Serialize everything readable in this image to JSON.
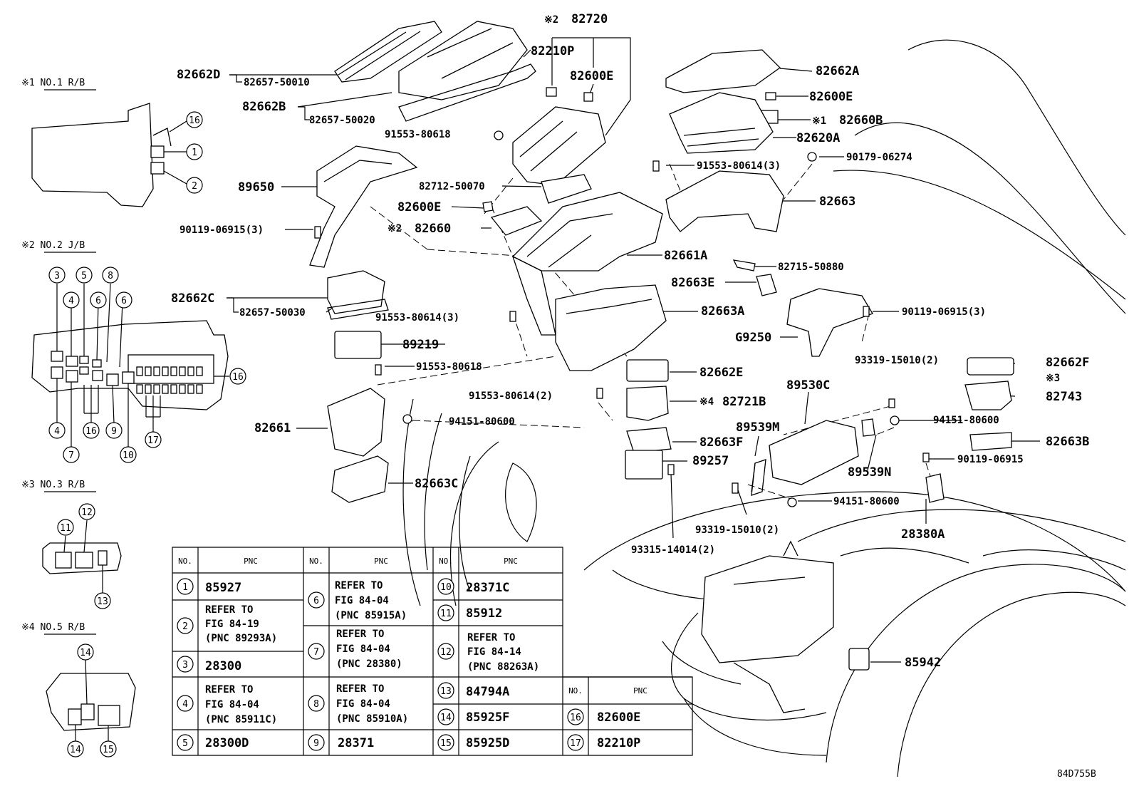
{
  "diagram_code": "84D755B",
  "part_labels": {
    "p82720": "82720",
    "p82210P": "82210P",
    "p82600E_a": "82600E",
    "p82662D": "82662D",
    "p82657_50010": "82657-50010",
    "p82662B": "82662B",
    "p82657_50020": "82657-50020",
    "p91553_80618_a": "91553-80618",
    "p89650": "89650",
    "p82712_50070": "82712-50070",
    "p82600E_b": "82600E",
    "p82660": "82660",
    "p90119_06915_3a": "90119-06915(3)",
    "p82662C": "82662C",
    "p82657_50030": "82657-50030",
    "p91553_80614_3a": "91553-80614(3)",
    "p89219": "89219",
    "p91553_80618_b": "91553-80618",
    "p91553_80614_2": "91553-80614(2)",
    "p82661": "82661",
    "p94151_80600_a": "94151-80600",
    "p82663C": "82663C",
    "p82662A": "82662A",
    "p82600E_c": "82600E",
    "p82660B": "82660B",
    "p82620A": "82620A",
    "p90179_06274": "90179-06274",
    "p91553_80614_3b": "91553-80614(3)",
    "p82663": "82663",
    "p82661A": "82661A",
    "p82715_50880": "82715-50880",
    "p82663E": "82663E",
    "p82663A": "82663A",
    "p90119_06915_3b": "90119-06915(3)",
    "pG9250": "G9250",
    "p93319_15010_2a": "93319-15010(2)",
    "p82662F": "82662F",
    "p82662E": "82662E",
    "p89530C": "89530C",
    "p82743": "82743",
    "p82721B": "82721B",
    "p89539M": "89539M",
    "p94151_80600_b": "94151-80600",
    "p82663F": "82663F",
    "p82663B": "82663B",
    "p89257": "89257",
    "p90119_06915": "90119-06915",
    "p89539N": "89539N",
    "p94151_80600_c": "94151-80600",
    "p93319_15010_2b": "93319-15010(2)",
    "p28380A": "28380A",
    "p93315_14014_2": "93315-14014(2)",
    "p85942": "85942"
  },
  "notes": {
    "n1": "※1",
    "n2": "※2",
    "n3": "※3",
    "n4": "※4",
    "n2b": "※2"
  },
  "insets": {
    "rb1": {
      "title": "※1 NO.1 R/B"
    },
    "jb2": {
      "title": "※2 NO.2 J/B"
    },
    "rb3": {
      "title": "※3 NO.3 R/B"
    },
    "rb5": {
      "title": "※4 NO.5 R/B"
    }
  },
  "callout_numbers": {
    "c1": "1",
    "c2": "2",
    "c3": "3",
    "c4": "4",
    "c5": "5",
    "c6a": "6",
    "c6b": "6",
    "c7": "7",
    "c8": "8",
    "c9": "9",
    "c10": "10",
    "c11": "11",
    "c12": "12",
    "c13": "13",
    "c14a": "14",
    "c14b": "14",
    "c15": "15",
    "c16a": "16",
    "c16b": "16",
    "c16c": "16",
    "c17": "17"
  },
  "table": {
    "header_no": "NO.",
    "header_pnc": "PNC",
    "rows": [
      {
        "no": "1",
        "pnc": "85927"
      },
      {
        "no": "2",
        "lines": [
          "REFER TO",
          "FIG 84-19",
          "(PNC 89293A)"
        ]
      },
      {
        "no": "3",
        "pnc": "28300"
      },
      {
        "no": "4",
        "lines": [
          "REFER TO",
          "FIG 84-04",
          "(PNC 85911C)"
        ]
      },
      {
        "no": "5",
        "pnc": "28300D"
      },
      {
        "no": "6",
        "lines": [
          "REFER TO",
          "FIG 84-04",
          "(PNC 85915A)"
        ]
      },
      {
        "no": "7",
        "lines": [
          "REFER TO",
          "FIG 84-04",
          "(PNC 28380)"
        ]
      },
      {
        "no": "8",
        "lines": [
          "REFER TO",
          "FIG 84-04",
          "(PNC 85910A)"
        ]
      },
      {
        "no": "9",
        "pnc": "28371"
      },
      {
        "no": "10",
        "pnc": "28371C"
      },
      {
        "no": "11",
        "pnc": "85912"
      },
      {
        "no": "12",
        "lines": [
          "REFER TO",
          "FIG 84-14",
          "(PNC 88263A)"
        ]
      },
      {
        "no": "13",
        "pnc": "84794A"
      },
      {
        "no": "14",
        "pnc": "85925F"
      },
      {
        "no": "15",
        "pnc": "85925D"
      },
      {
        "no": "16",
        "pnc": "82600E"
      },
      {
        "no": "17",
        "pnc": "82210P"
      }
    ]
  }
}
